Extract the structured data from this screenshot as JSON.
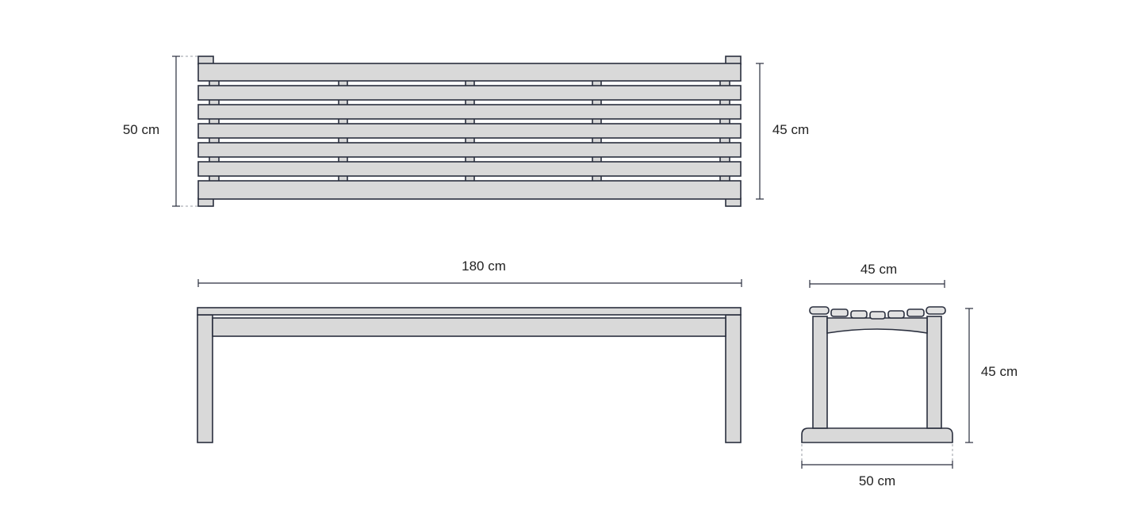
{
  "dimensions": {
    "top_depth_outer": "50 cm",
    "top_depth_seat": "45 cm",
    "front_length": "180 cm",
    "side_seat_depth": "45 cm",
    "side_height": "45 cm",
    "side_base_depth": "50 cm"
  },
  "colors": {
    "wood": "#d9d9d9",
    "outline": "#2a2f3e"
  }
}
